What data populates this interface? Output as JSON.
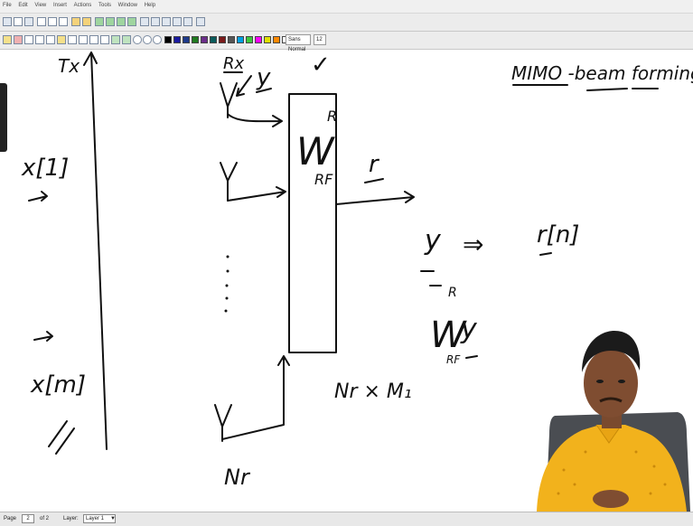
{
  "menubar": {
    "items": [
      "File",
      "Edit",
      "View",
      "Insert",
      "Actions",
      "Tools",
      "Window",
      "Help"
    ]
  },
  "toolbar": {
    "font_name": "Sans Normal",
    "font_size": "12",
    "palette": [
      "#000000",
      "#1a1aa0",
      "#1e3a8a",
      "#1f7a1f",
      "#6b2e8a",
      "#0a5c5c",
      "#7a1a1a",
      "#555555",
      "#00a0e0",
      "#3cc83c",
      "#ff00ff",
      "#e0e000",
      "#ff8800",
      "#ffffff"
    ]
  },
  "whiteboard": {
    "title": "MIMO -beam forming",
    "tx_label": "Tx",
    "rx_label": "Rx",
    "y_annot": "y",
    "check": "✓",
    "w_main": "W",
    "w_sup": "R",
    "w_sub": "RF",
    "r_out": "r",
    "x1": "x[1]",
    "xm": "x[m]",
    "y_lhs": "y",
    "implies": "⇒",
    "r_n": "r[n]",
    "w2_main": "W",
    "w2_sup": "R",
    "w2_sub": "RF",
    "w2_y": "y",
    "dims": "Nr × M₁",
    "nr": "Nr",
    "y_antenna": "Y"
  },
  "statusbar": {
    "page_label": "Page",
    "page_value": "2",
    "of_label": "of 2",
    "layer_label": "Layer:",
    "layer_value": "Layer 1"
  },
  "colors": {
    "ink": "#111111",
    "shirt": "#f2b21c",
    "toolbar_bg": "#ececec"
  }
}
